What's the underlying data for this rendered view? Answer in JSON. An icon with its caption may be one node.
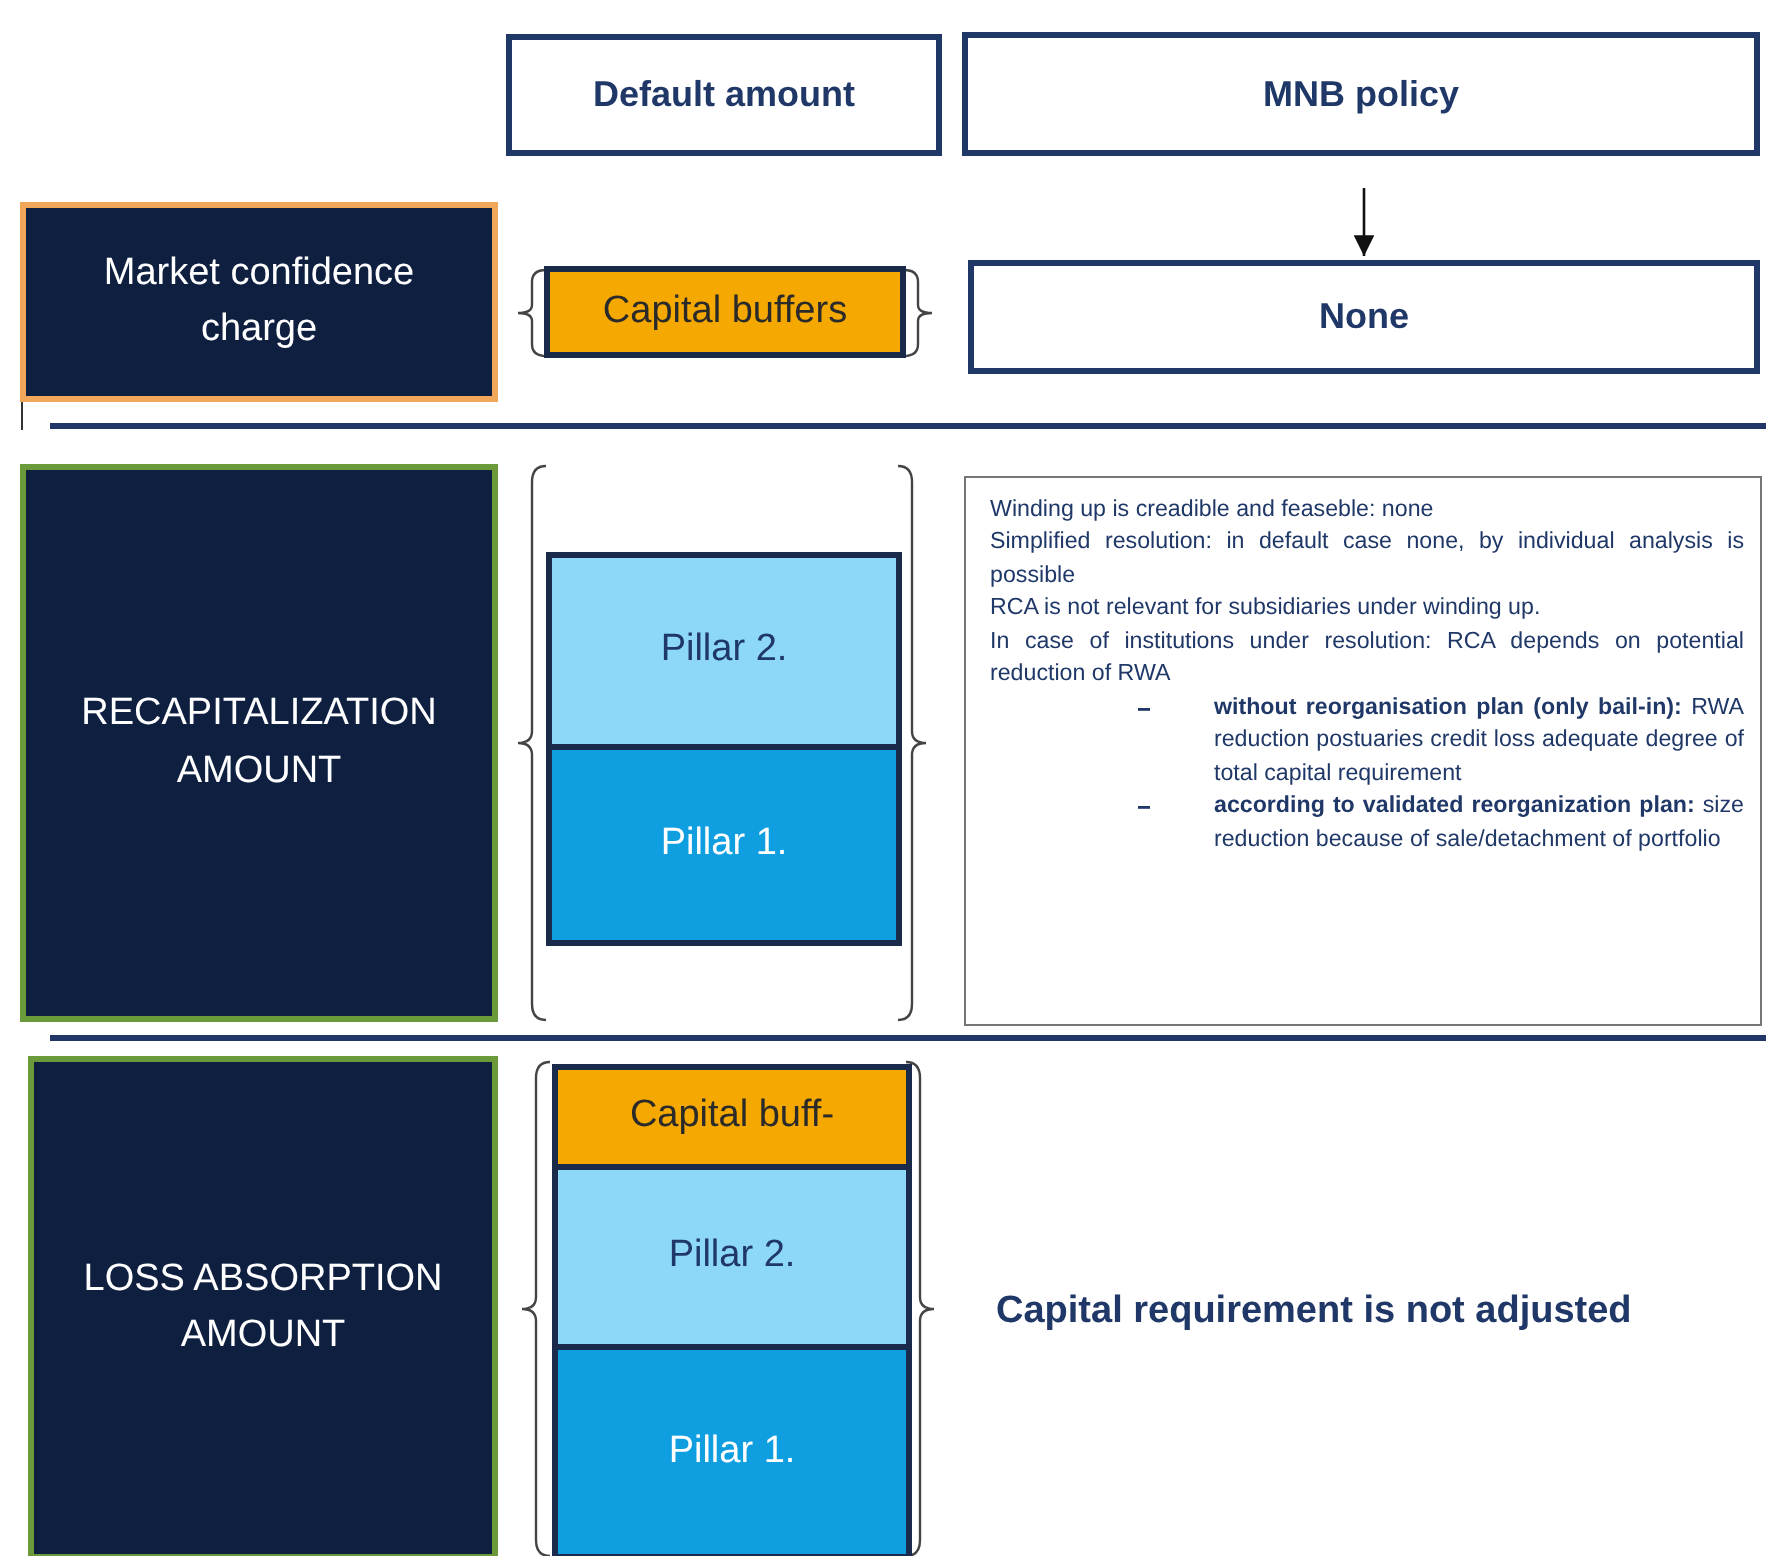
{
  "diagram": {
    "nodes": [
      {
        "text": [
          "Default amount"
        ]
      },
      {
        "text": [
          "MNB policy"
        ]
      },
      {
        "text": [
          "Market confidence charge"
        ]
      },
      {
        "text": [
          "Capital buffers"
        ]
      },
      {
        "text": [
          "None"
        ]
      },
      {
        "text": [
          "RECAPITALIZATION AMOUNT"
        ]
      },
      {
        "text": [
          "Pillar 2."
        ]
      },
      {
        "text": [
          "Pillar 1."
        ]
      },
      {
        "text": [
          "Winding up is creadible and feaseble: none",
          "Simplified resolution: in default case none, by individual analysis is possible",
          "RCA is not relevant for subsidiaries under winding up.",
          "In case of institutions under resolution: RCA depends on potential reduction of RWA",
          "**without reorganisation plan (only bail-in):** RWA reduction postuaries credit loss adequate degree of total capital requirement",
          "**according to validated reorganization plan:** size reduction because of sale/detachment of portfolio"
        ]
      },
      {
        "text": [
          "LOSS ABSORPTION AMOUNT"
        ]
      },
      {
        "text": [
          "Capital buff-"
        ]
      },
      {
        "text": [
          "Pillar 2."
        ]
      },
      {
        "text": [
          "Pillar 1."
        ]
      }
    ],
    "edges": [
      {
        "from": 1,
        "to": 4,
        "arrow": "to"
      }
    ],
    "labels": [
      "Capital requirement is not adjusted"
    ]
  }
}
